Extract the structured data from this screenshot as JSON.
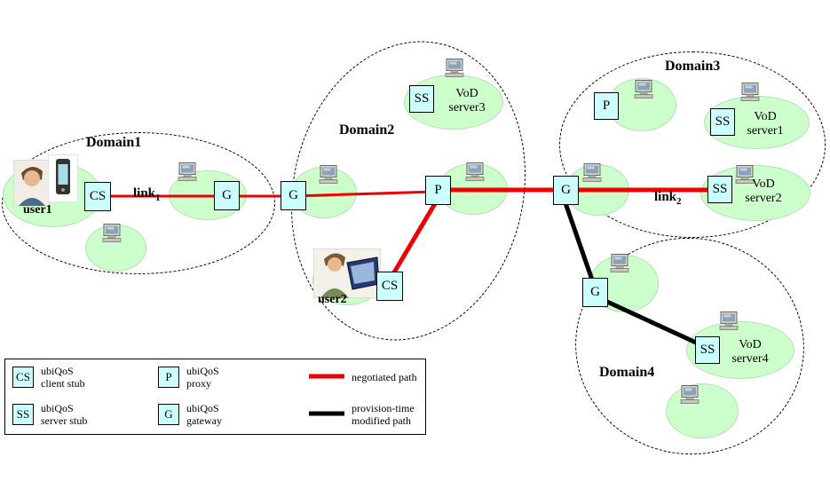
{
  "colors": {
    "negotiated_path": "#ee0000",
    "modified_path": "#000000",
    "node_fill": "#ccffff",
    "cloud_fill": "#ccffcc"
  },
  "domains": {
    "d1": "Domain1",
    "d2": "Domain2",
    "d3": "Domain3",
    "d4": "Domain4"
  },
  "users": {
    "user1": "user1",
    "user2": "user2"
  },
  "links": {
    "l1": {
      "text": "link",
      "sub": "1"
    },
    "l2": {
      "text": "link",
      "sub": "2"
    }
  },
  "nodes": {
    "cs1": "CS",
    "cs2": "CS",
    "g1": "G",
    "g2": "G",
    "g3": "G",
    "g4": "G",
    "p2": "P",
    "p3": "P",
    "ss3": "SS",
    "ssv1": "SS",
    "ssv2": "SS",
    "ssv4": "SS"
  },
  "servers": {
    "vod1": "VoD\nserver1",
    "vod2": "VoD\nserver2",
    "vod3": "VoD\nserver3",
    "vod4": "VoD\nserver4"
  },
  "legend": {
    "cs": {
      "label": "CS",
      "desc": "ubiQoS\nclient stub"
    },
    "ss": {
      "label": "SS",
      "desc": "ubiQoS\nserver stub"
    },
    "p": {
      "label": "P",
      "desc": "ubiQoS\nproxy"
    },
    "g": {
      "label": "G",
      "desc": "ubiQoS\ngateway"
    },
    "negotiated": "negotiated path",
    "modified": "provision-time\nmodified path"
  }
}
